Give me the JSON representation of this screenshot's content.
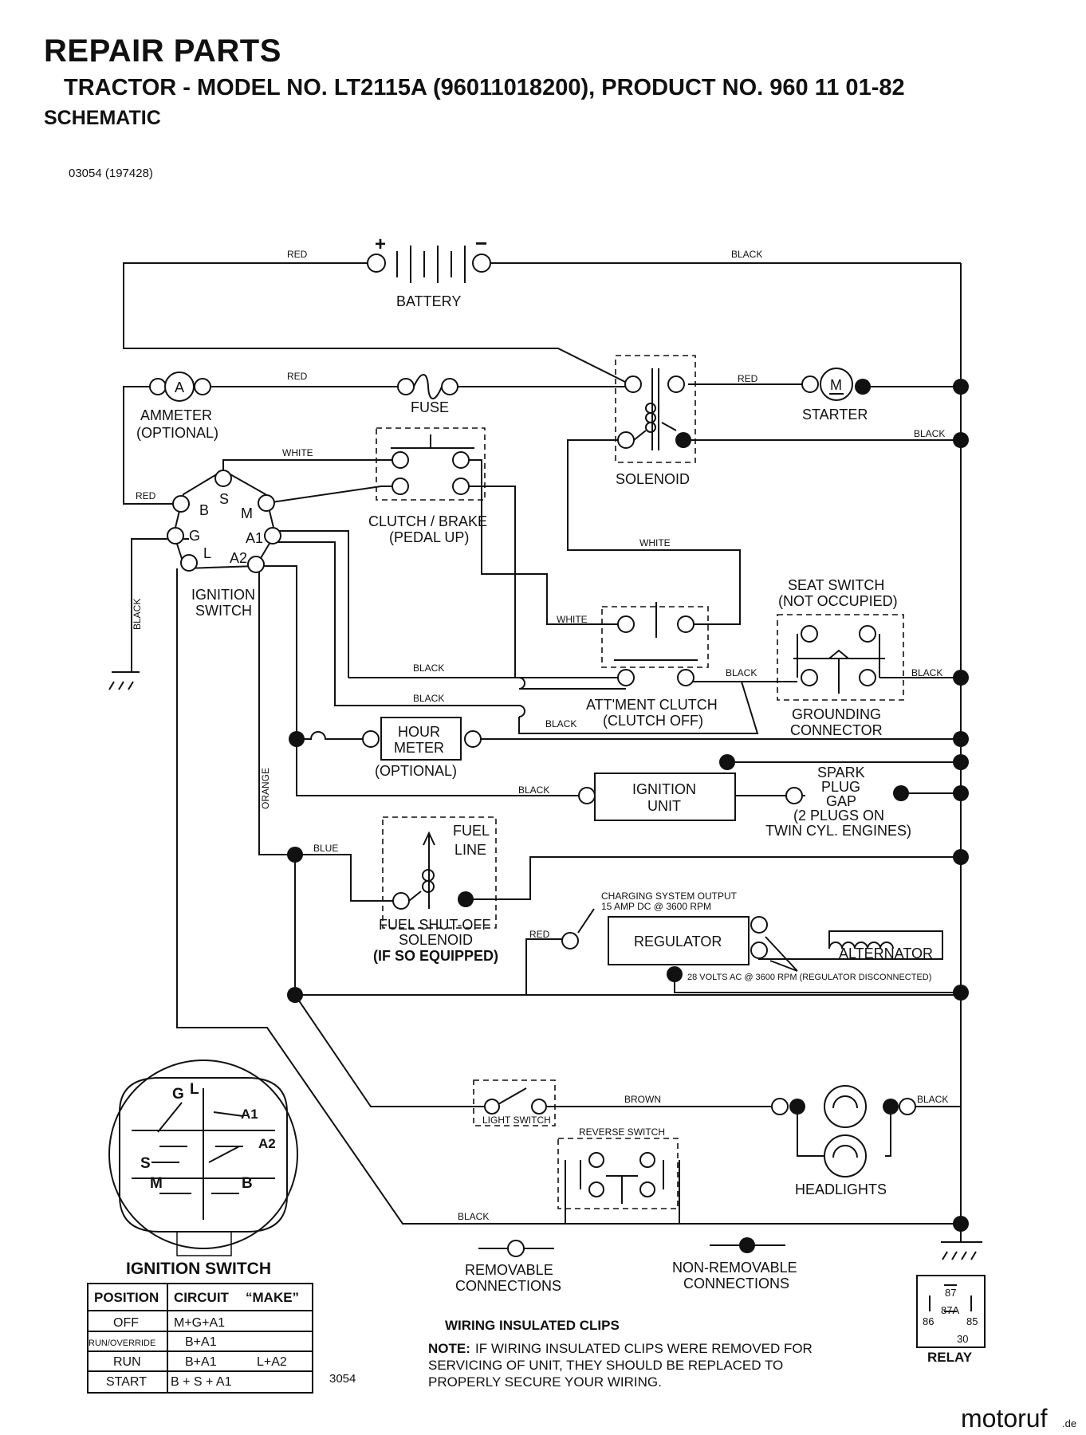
{
  "header": {
    "title": "REPAIR PARTS",
    "subtitle": "TRACTOR - MODEL NO. LT2115A (96011018200), PRODUCT NO. 960 11 01-82",
    "section": "SCHEMATIC",
    "part_no": "03054 (197428)"
  },
  "components": {
    "battery": "BATTERY",
    "battery_plus": "+",
    "battery_minus": "−",
    "ammeter_1": "AMMETER",
    "ammeter_2": "(OPTIONAL)",
    "ammeter_symbol": "A",
    "fuse": "FUSE",
    "solenoid": "SOLENOID",
    "starter": "STARTER",
    "starter_symbol": "M",
    "clutch_1": "CLUTCH / BRAKE",
    "clutch_2": "(PEDAL UP)",
    "ignition_switch_1": "IGNITION",
    "ignition_switch_2": "SWITCH",
    "seat_switch_1": "SEAT SWITCH",
    "seat_switch_2": "(NOT OCCUPIED)",
    "attment_1": "ATT'MENT CLUTCH",
    "attment_2": "(CLUTCH OFF)",
    "grounding_1": "GROUNDING",
    "grounding_2": "CONNECTOR",
    "hour_meter_1": "HOUR",
    "hour_meter_2": "METER",
    "hour_meter_3": "(OPTIONAL)",
    "ignition_unit_1": "IGNITION",
    "ignition_unit_2": "UNIT",
    "spark_1": "SPARK",
    "spark_2": "PLUG",
    "spark_3": "GAP",
    "spark_4": "(2 PLUGS ON",
    "spark_5": "TWIN CYL. ENGINES)",
    "fuel_line_1": "FUEL",
    "fuel_line_2": "LINE",
    "fuel_shutoff_1": "FUEL SHUT-OFF",
    "fuel_shutoff_2": "SOLENOID",
    "fuel_shutoff_3": "(IF SO EQUIPPED)",
    "charging_1": "CHARGING SYSTEM OUTPUT",
    "charging_2": "15 AMP DC @ 3600 RPM",
    "regulator": "REGULATOR",
    "alternator": "ALTERNATOR",
    "volts_note": "28 VOLTS AC @ 3600 RPM (REGULATOR DISCONNECTED)",
    "light_switch": "LIGHT SWITCH",
    "reverse_switch": "REVERSE SWITCH",
    "headlights": "HEADLIGHTS"
  },
  "terminals": {
    "B": "B",
    "S": "S",
    "M": "M",
    "G": "G",
    "A1": "A1",
    "L": "L",
    "A2": "A2"
  },
  "wires": {
    "red": "RED",
    "black": "BLACK",
    "white": "WHITE",
    "orange": "ORANGE",
    "blue": "BLUE",
    "brown": "BROWN"
  },
  "switch_detail": {
    "G": "G",
    "L": "L",
    "A1": "A1",
    "S": "S",
    "A2": "A2",
    "M": "M",
    "B": "B"
  },
  "ignition_table": {
    "title": "IGNITION SWITCH",
    "headers": [
      "POSITION",
      "CIRCUIT",
      "“MAKE”"
    ],
    "rows": [
      {
        "position": "OFF",
        "circuit": "M+G+A1",
        "make": ""
      },
      {
        "position": "RUN/OVERRIDE",
        "circuit": "B+A1",
        "make": ""
      },
      {
        "position": "RUN",
        "circuit": "B+A1",
        "make": "L+A2"
      },
      {
        "position": "START",
        "circuit": "B + S + A1",
        "make": ""
      }
    ]
  },
  "legend": {
    "removable_1": "REMOVABLE",
    "removable_2": "CONNECTIONS",
    "nonremovable_1": "NON-REMOVABLE",
    "nonremovable_2": "CONNECTIONS"
  },
  "notes": {
    "code": "3054",
    "clips_title": "WIRING INSULATED CLIPS",
    "note_label": "NOTE:",
    "note_line1": "IF WIRING INSULATED CLIPS WERE REMOVED FOR",
    "note_line2": "SERVICING OF UNIT, THEY SHOULD BE REPLACED TO",
    "note_line3": "PROPERLY SECURE YOUR WIRING."
  },
  "relay": {
    "label": "RELAY",
    "pins": [
      "87",
      "87A",
      "86",
      "85",
      "30"
    ]
  },
  "watermark": {
    "brand": "motoruf",
    "suffix": ".de",
    "brand_color": "#5a6a8c"
  }
}
